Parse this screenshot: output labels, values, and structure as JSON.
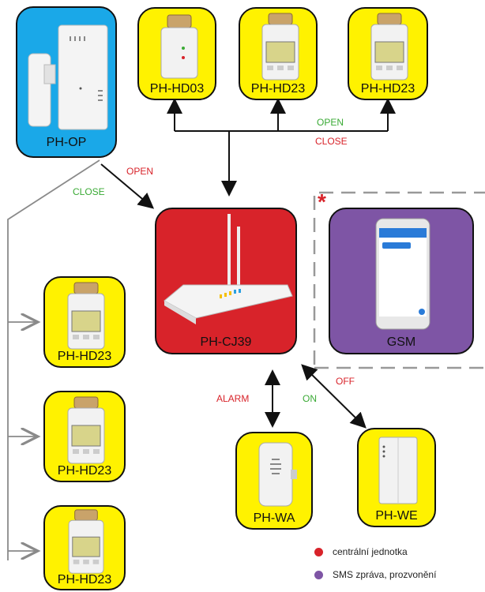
{
  "colors": {
    "yellow": "#fff200",
    "blue": "#1aa8e8",
    "red": "#d8232a",
    "purple": "#7e55a5",
    "green": "#3aaa35",
    "alarm": "#d8232a",
    "gray": "#8a8a8a"
  },
  "nodes": {
    "ph_op": {
      "label": "PH-OP"
    },
    "hd03": {
      "label": "PH-HD03"
    },
    "hd23_top_mid": {
      "label": "PH-HD23"
    },
    "hd23_top_right": {
      "label": "PH-HD23"
    },
    "cj39": {
      "label": "PH-CJ39"
    },
    "gsm": {
      "label": "GSM"
    },
    "hd23_left_1": {
      "label": "PH-HD23"
    },
    "hd23_left_2": {
      "label": "PH-HD23"
    },
    "hd23_left_3": {
      "label": "PH-HD23"
    },
    "wa": {
      "label": "PH-WA"
    },
    "we": {
      "label": "PH-WE"
    }
  },
  "edges": {
    "top_open": "OPEN",
    "top_close": "CLOSE",
    "op_open": "OPEN",
    "op_close": "CLOSE",
    "alarm": "ALARM",
    "on": "ON",
    "off": "OFF"
  },
  "marker": "*",
  "legend": [
    {
      "color": "#d8232a",
      "text": "centrální jednotka"
    },
    {
      "color": "#7e55a5",
      "text": "SMS zpráva, prozvonění"
    }
  ]
}
